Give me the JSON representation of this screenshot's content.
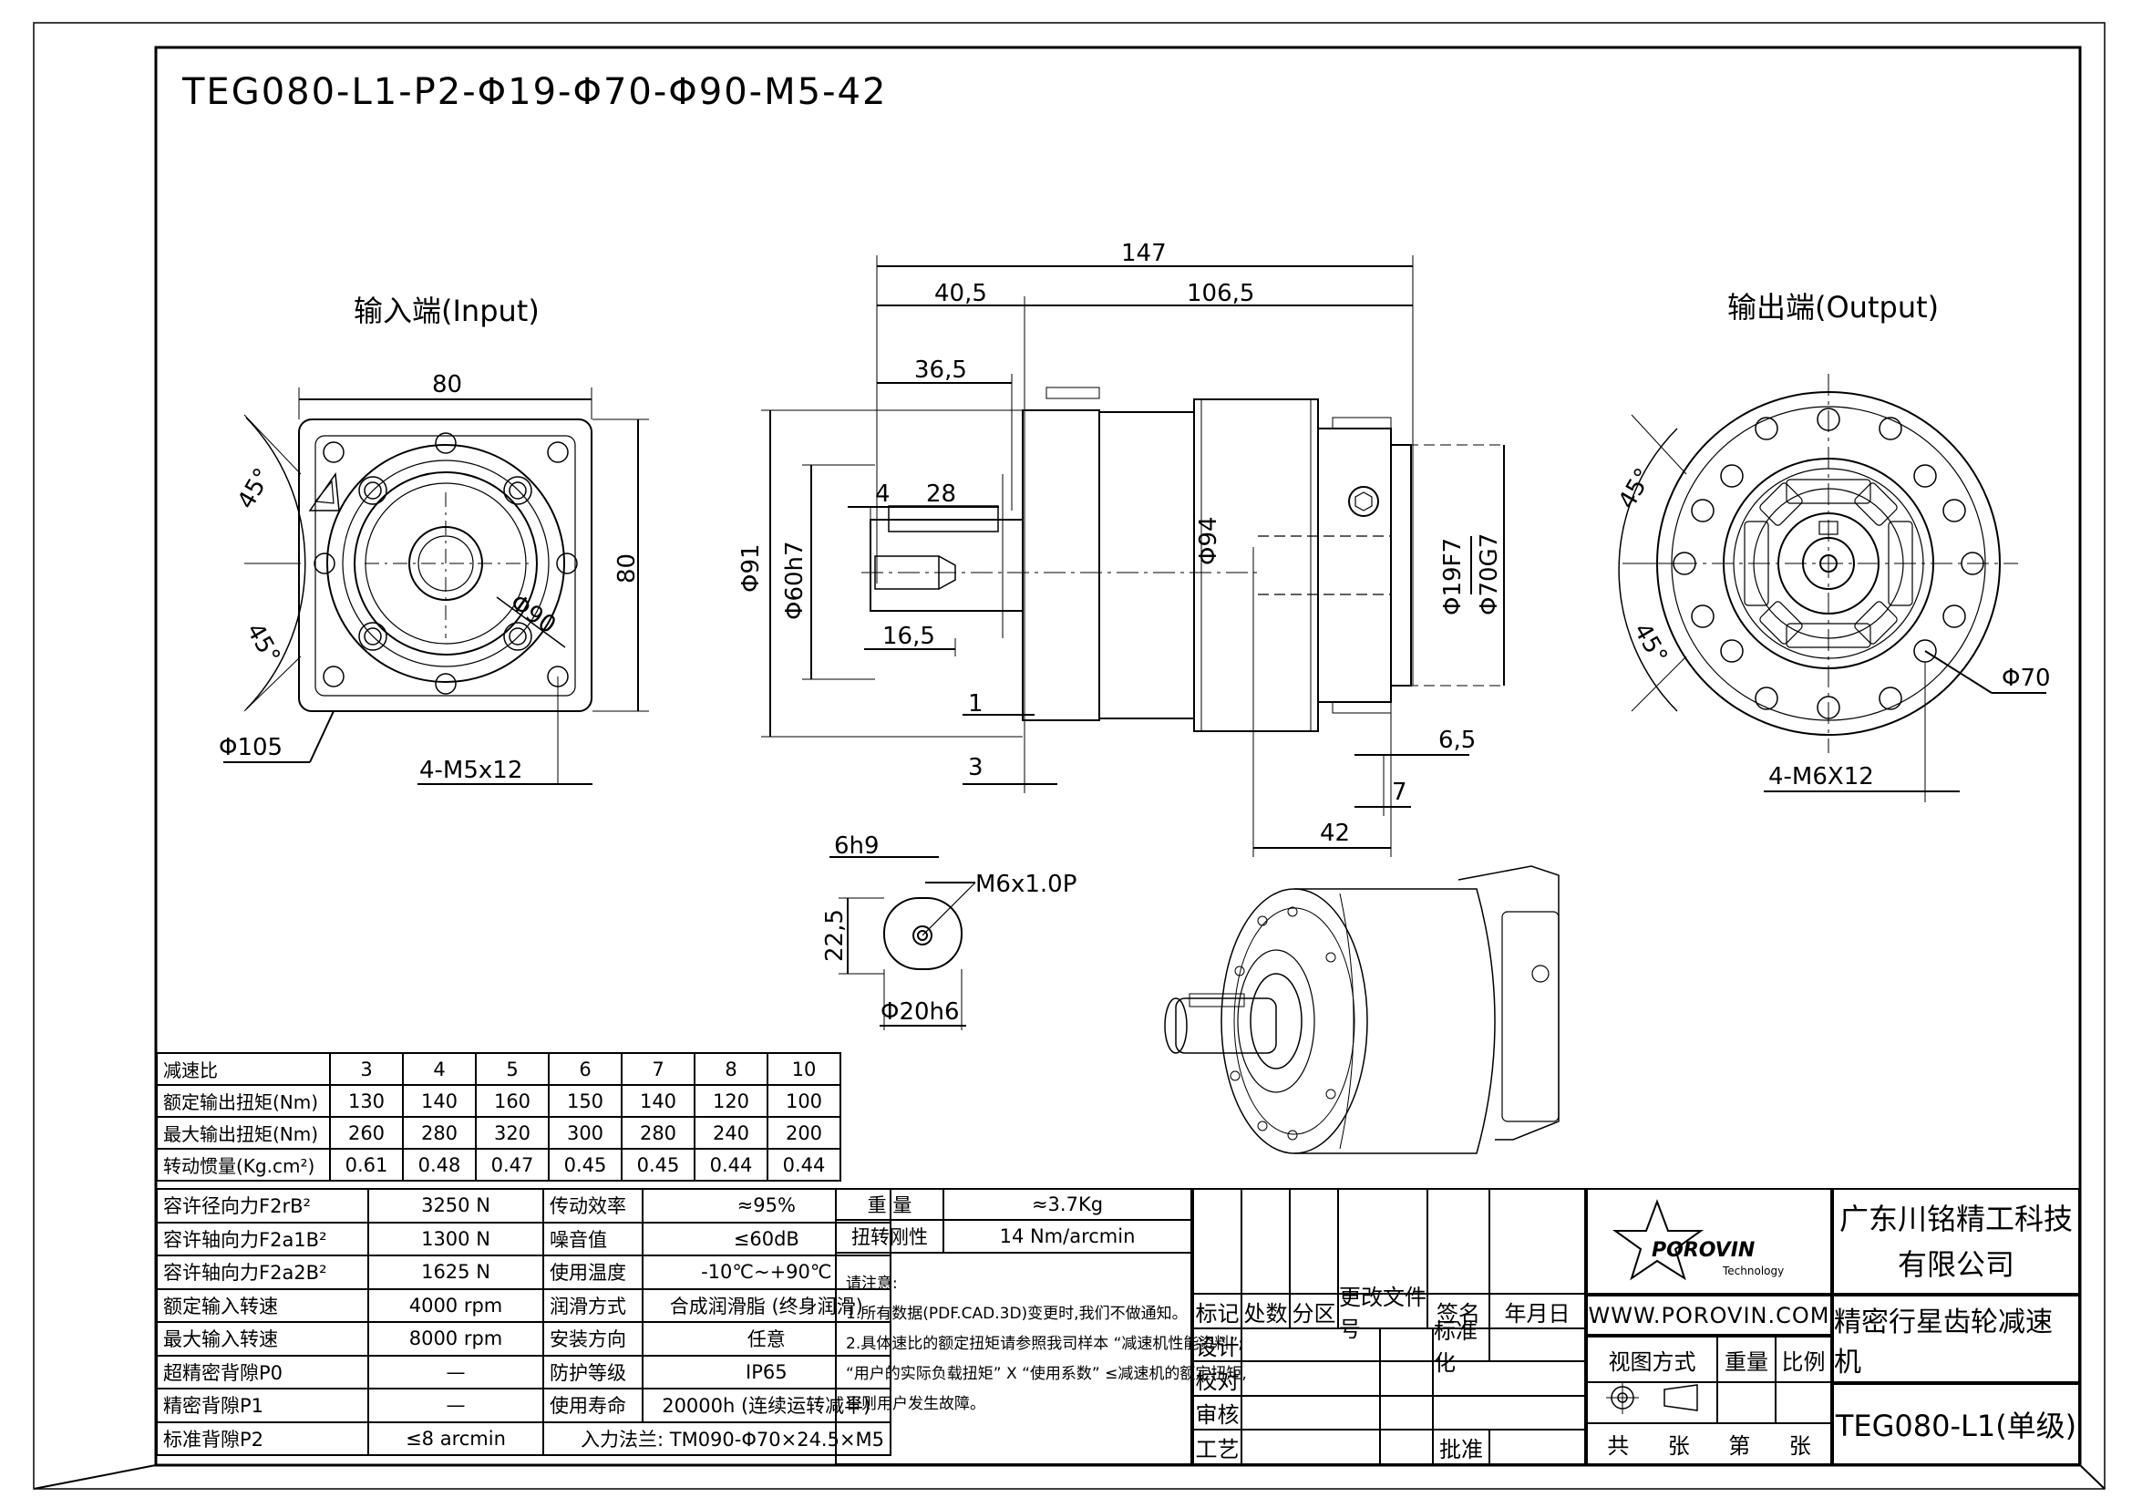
{
  "drawing": {
    "title": "TEG080-L1-P2-Φ19-Φ70-Φ90-M5-42",
    "input_label": "输入端(Input)",
    "output_label": "输出端(Output)"
  },
  "dims_input": {
    "width": "80",
    "height": "80",
    "angle_top": "45°",
    "angle_bottom": "45°",
    "bolt_circle": "Φ105",
    "pcd": "Φ90",
    "holes": "4-M5x12"
  },
  "dims_side": {
    "overall": "147",
    "left": "40,5",
    "right": "106,5",
    "depth1": "36,5",
    "key_off": "4",
    "key_len": "28",
    "shaft_len": "16,5",
    "d91": "Φ91",
    "d60": "Φ60h7",
    "d94": "Φ94",
    "d19": "Φ19F7",
    "d70": "Φ70G7",
    "one": "1",
    "three": "3",
    "sixfive": "6,5",
    "seven": "7",
    "fortytwo": "42"
  },
  "dims_key": {
    "width": "6h9",
    "thread": "M6x1.0P",
    "height": "22,5",
    "diam": "Φ20h6"
  },
  "dims_output": {
    "angle_top": "45°",
    "angle_bottom": "45°",
    "pcd": "Φ70",
    "holes": "4-M6X12"
  },
  "ratio_table": {
    "header_label": "减速比",
    "ratios": [
      "3",
      "4",
      "5",
      "6",
      "7",
      "8",
      "10"
    ],
    "rows": [
      {
        "label": "额定输出扭矩(Nm)",
        "values": [
          "130",
          "140",
          "160",
          "150",
          "140",
          "120",
          "100"
        ]
      },
      {
        "label": "最大输出扭矩(Nm)",
        "values": [
          "260",
          "280",
          "320",
          "300",
          "280",
          "240",
          "200"
        ]
      },
      {
        "label": "转动惯量(Kg.cm²)",
        "values": [
          "0.61",
          "0.48",
          "0.47",
          "0.45",
          "0.45",
          "0.44",
          "0.44"
        ]
      }
    ]
  },
  "spec_table": {
    "rows": [
      {
        "l1": "容许径向力F2rB²",
        "v1": "3250 N",
        "l2": "传动效率",
        "v2": "≈95%"
      },
      {
        "l1": "容许轴向力F2a1B²",
        "v1": "1300 N",
        "l2": "噪音值",
        "v2": "≤60dB"
      },
      {
        "l1": "容许轴向力F2a2B²",
        "v1": "1625 N",
        "l2": "使用温度",
        "v2": "-10℃~+90℃"
      },
      {
        "l1": "额定输入转速",
        "v1": "4000 rpm",
        "l2": "润滑方式",
        "v2": "合成润滑脂 (终身润滑)"
      },
      {
        "l1": "最大输入转速",
        "v1": "8000 rpm",
        "l2": "安装方向",
        "v2": "任意"
      },
      {
        "l1": "超精密背隙P0",
        "v1": "—",
        "l2": "防护等级",
        "v2": "IP65"
      },
      {
        "l1": "精密背隙P1",
        "v1": "—",
        "l2": "使用寿命",
        "v2": "20000h (连续运转减半)"
      },
      {
        "l1": "标准背隙P2",
        "v1": "≤8 arcmin",
        "l2": "",
        "v2": "入力法兰: TM090-Φ70×24.5×M5"
      }
    ]
  },
  "weight_block": {
    "weight_label": "重 量",
    "weight_value": "≈3.7Kg",
    "stiff_label": "扭转刚性",
    "stiff_value": "14 Nm/arcmin",
    "notes_title": "请注意:",
    "notes": [
      "1.所有数据(PDF.CAD.3D)变更时,我们不做通知。",
      "2.具体速比的额定扭矩请参照我司样本 “减速机性能资料”;",
      "“用户的实际负载扭矩” X “使用系数” ≤减速机的额定扭矩,",
      "否则用户发生故障。"
    ]
  },
  "revision_block": {
    "biaoji": "标记",
    "chushu": "处数",
    "fenqu": "分区",
    "gengai": "更改文件号",
    "qianming": "签名",
    "nianyueri": "年月日",
    "sheji": "设计",
    "biaozhunhua": "标准化",
    "jiaodui": "校对",
    "shenhe": "审核",
    "gongyi": "工艺",
    "pizhun": "批准"
  },
  "title_block": {
    "logo_text": "POROVIN",
    "logo_sub": "Technology",
    "company_line1": "广东川铭精工科技",
    "company_line2": "有限公司",
    "website": "WWW.POROVIN.COM",
    "product": "精密行星齿轮减速机",
    "view_method": "视图方式",
    "weight": "重量",
    "scale": "比例",
    "model": "TEG080-L1(单级)",
    "sheets": [
      "共",
      "张",
      "第",
      "张"
    ]
  }
}
